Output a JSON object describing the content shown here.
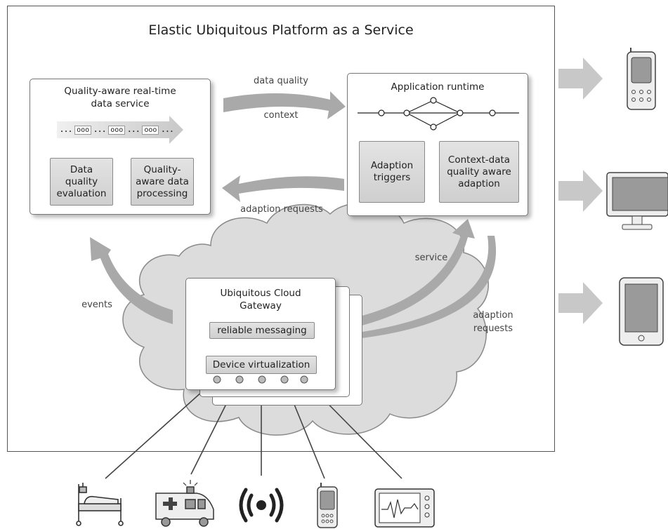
{
  "diagram": {
    "title": "Elastic Ubiquitous Platform as a Service",
    "data_service": {
      "title_line1": "Quality-aware real-time",
      "title_line2": "data service",
      "stream_tokens": [
        "...",
        "ooo",
        "...",
        "ooo",
        "...",
        "ooo",
        "..."
      ],
      "box_evaluation": [
        "Data",
        "quality",
        "evaluation"
      ],
      "box_processing": [
        "Quality-",
        "aware data",
        "processing"
      ]
    },
    "runtime": {
      "title": "Application runtime",
      "box_triggers": [
        "Adaption",
        "triggers"
      ],
      "box_adaption": [
        "Context-data",
        "quality aware",
        "adaption"
      ]
    },
    "flows": {
      "data_quality": "data quality",
      "context": "context",
      "adaption_requests_top": "adaption requests",
      "events": "events",
      "service": "service",
      "adaption_requests_right_1": "adaption",
      "adaption_requests_right_2": "requests"
    },
    "gateway": {
      "title_line1": "Ubiquitous Cloud",
      "title_line2": "Gateway",
      "reliable_messaging": "reliable messaging",
      "device_virtualization": "Device virtualization"
    },
    "devices_bottom": [
      "hospital-bed-icon",
      "ambulance-icon",
      "wireless-signal-icon",
      "mobile-phone-icon",
      "vital-monitor-icon"
    ],
    "clients_right": [
      "mobile-phone-icon",
      "desktop-monitor-icon",
      "tablet-icon"
    ]
  }
}
